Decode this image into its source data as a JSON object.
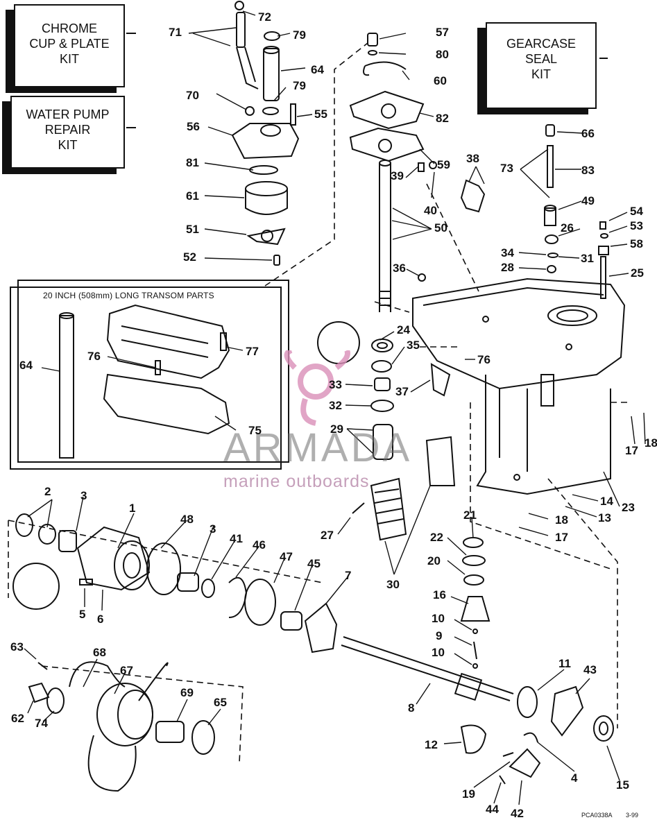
{
  "kits": [
    {
      "id": "85",
      "lines": [
        "CHROME",
        "CUP & PLATE",
        "KIT"
      ]
    },
    {
      "id": "84",
      "lines": [
        "WATER PUMP",
        "REPAIR",
        "KIT"
      ]
    },
    {
      "id": "86",
      "lines": [
        "GEARCASE",
        "SEAL",
        "KIT"
      ]
    }
  ],
  "inset": {
    "title": "20 INCH (508mm) LONG TRANSOM PARTS"
  },
  "watermark": {
    "brand": "ARMADA",
    "tagline": "marine outboards"
  },
  "footer": {
    "code": "PCA0338A",
    "date": "3-99"
  },
  "callouts": [
    {
      "text": "72"
    },
    {
      "text": "71"
    },
    {
      "text": "79"
    },
    {
      "text": "64"
    },
    {
      "text": "79"
    },
    {
      "text": "70"
    },
    {
      "text": "55"
    },
    {
      "text": "56"
    },
    {
      "text": "81"
    },
    {
      "text": "61"
    },
    {
      "text": "51"
    },
    {
      "text": "52"
    },
    {
      "text": "57"
    },
    {
      "text": "80"
    },
    {
      "text": "60"
    },
    {
      "text": "82"
    },
    {
      "text": "59"
    },
    {
      "text": "39"
    },
    {
      "text": "40"
    },
    {
      "text": "38"
    },
    {
      "text": "50"
    },
    {
      "text": "36"
    },
    {
      "text": "66"
    },
    {
      "text": "73"
    },
    {
      "text": "83"
    },
    {
      "text": "49"
    },
    {
      "text": "54"
    },
    {
      "text": "26"
    },
    {
      "text": "53"
    },
    {
      "text": "58"
    },
    {
      "text": "34"
    },
    {
      "text": "31"
    },
    {
      "text": "28"
    },
    {
      "text": "25"
    },
    {
      "text": "24"
    },
    {
      "text": "35"
    },
    {
      "text": "76"
    },
    {
      "text": "33"
    },
    {
      "text": "37"
    },
    {
      "text": "32"
    },
    {
      "text": "29"
    },
    {
      "text": "17"
    },
    {
      "text": "18"
    },
    {
      "text": "64"
    },
    {
      "text": "76"
    },
    {
      "text": "77"
    },
    {
      "text": "75"
    },
    {
      "text": "23"
    },
    {
      "text": "14"
    },
    {
      "text": "13"
    },
    {
      "text": "18"
    },
    {
      "text": "17"
    },
    {
      "text": "2"
    },
    {
      "text": "3"
    },
    {
      "text": "1"
    },
    {
      "text": "48"
    },
    {
      "text": "3"
    },
    {
      "text": "41"
    },
    {
      "text": "46"
    },
    {
      "text": "47"
    },
    {
      "text": "45"
    },
    {
      "text": "7"
    },
    {
      "text": "27"
    },
    {
      "text": "21"
    },
    {
      "text": "22"
    },
    {
      "text": "20"
    },
    {
      "text": "30"
    },
    {
      "text": "16"
    },
    {
      "text": "10"
    },
    {
      "text": "9"
    },
    {
      "text": "10"
    },
    {
      "text": "5"
    },
    {
      "text": "6"
    },
    {
      "text": "63"
    },
    {
      "text": "68"
    },
    {
      "text": "67"
    },
    {
      "text": "62"
    },
    {
      "text": "74"
    },
    {
      "text": "69"
    },
    {
      "text": "65"
    },
    {
      "text": "8"
    },
    {
      "text": "11"
    },
    {
      "text": "43"
    },
    {
      "text": "12"
    },
    {
      "text": "4"
    },
    {
      "text": "15"
    },
    {
      "text": "19"
    },
    {
      "text": "44"
    },
    {
      "text": "42"
    }
  ],
  "icons": [
    "o-ring-icon",
    "seal-icon",
    "bearing-icon",
    "screw-icon",
    "gear-icon",
    "propeller-icon",
    "impeller-icon",
    "nut-icon",
    "washer-icon",
    "pin-icon"
  ],
  "colors": {
    "ink": "#111111",
    "watermark_gray": "#6e6e6e",
    "watermark_pink": "#d98fb8"
  }
}
